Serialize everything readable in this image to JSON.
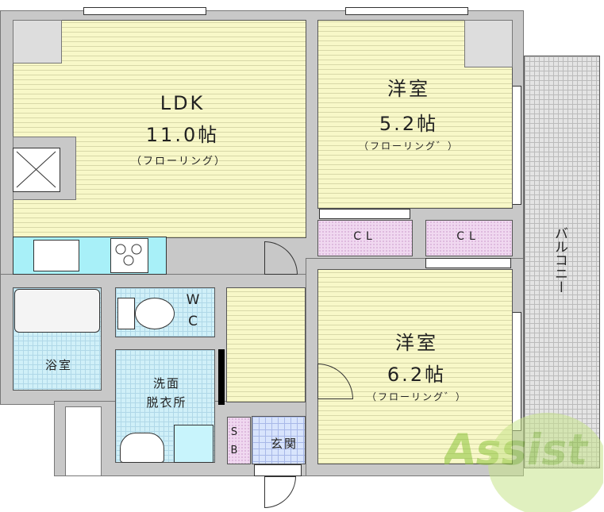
{
  "rooms": {
    "ldk": {
      "name": "LDK",
      "size": "11.0帖",
      "floor": "（フローリング）"
    },
    "bedroom1": {
      "name": "洋室",
      "size": "5.2帖",
      "floor": "（フローリング゛）"
    },
    "bedroom2": {
      "name": "洋室",
      "size": "6.2帖",
      "floor": "（フローリング゛）"
    },
    "closet1": {
      "name": "CL"
    },
    "closet2": {
      "name": "CL"
    },
    "balcony": {
      "name": "バルコニー"
    },
    "bath": {
      "name": "浴室"
    },
    "wc": {
      "line1": "W",
      "line2": "C"
    },
    "washroom": {
      "line1": "洗面",
      "line2": "脱衣所"
    },
    "shoebox": {
      "line1": "S",
      "line2": "B"
    },
    "entrance": {
      "name": "玄関"
    }
  },
  "logo": {
    "text": "Assist"
  },
  "colors": {
    "floor": "#f8f8c8",
    "wet": "#d0f0f8",
    "closet": "#f0d8f0",
    "wall": "#c8c8c8",
    "logo": "#9ccc3c"
  }
}
